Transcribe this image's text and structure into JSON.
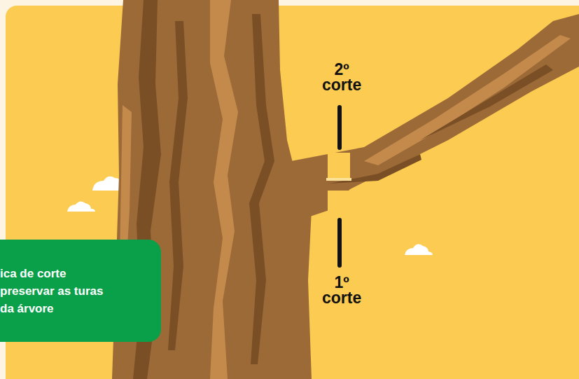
{
  "diagram": {
    "nodes": [
      {
        "text": [
          "ica de corte preservar as turas da árvore"
        ]
      }
    ],
    "labels": [
      "2º corte",
      "1º corte"
    ]
  }
}
